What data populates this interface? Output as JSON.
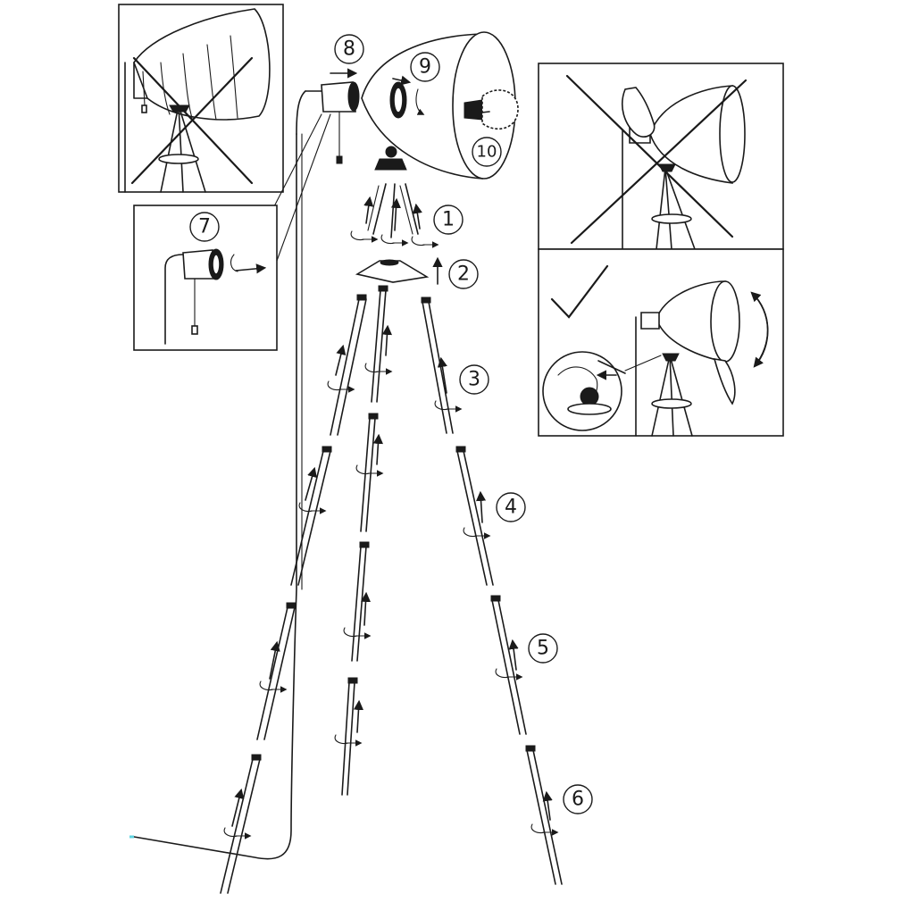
{
  "steps": [
    {
      "n": "1"
    },
    {
      "n": "2"
    },
    {
      "n": "3"
    },
    {
      "n": "4"
    },
    {
      "n": "5"
    },
    {
      "n": "6"
    },
    {
      "n": "7"
    },
    {
      "n": "8"
    },
    {
      "n": "9"
    },
    {
      "n": "10"
    }
  ],
  "colors": {
    "ink": "#1a1a1a",
    "paper": "#ffffff",
    "cable_tip": "#5fd3e0"
  },
  "icons": {
    "wrong": "cross-mark-icon",
    "right": "check-mark-icon",
    "rotate": "rotate-arrow-icon",
    "up": "up-arrow-icon"
  }
}
